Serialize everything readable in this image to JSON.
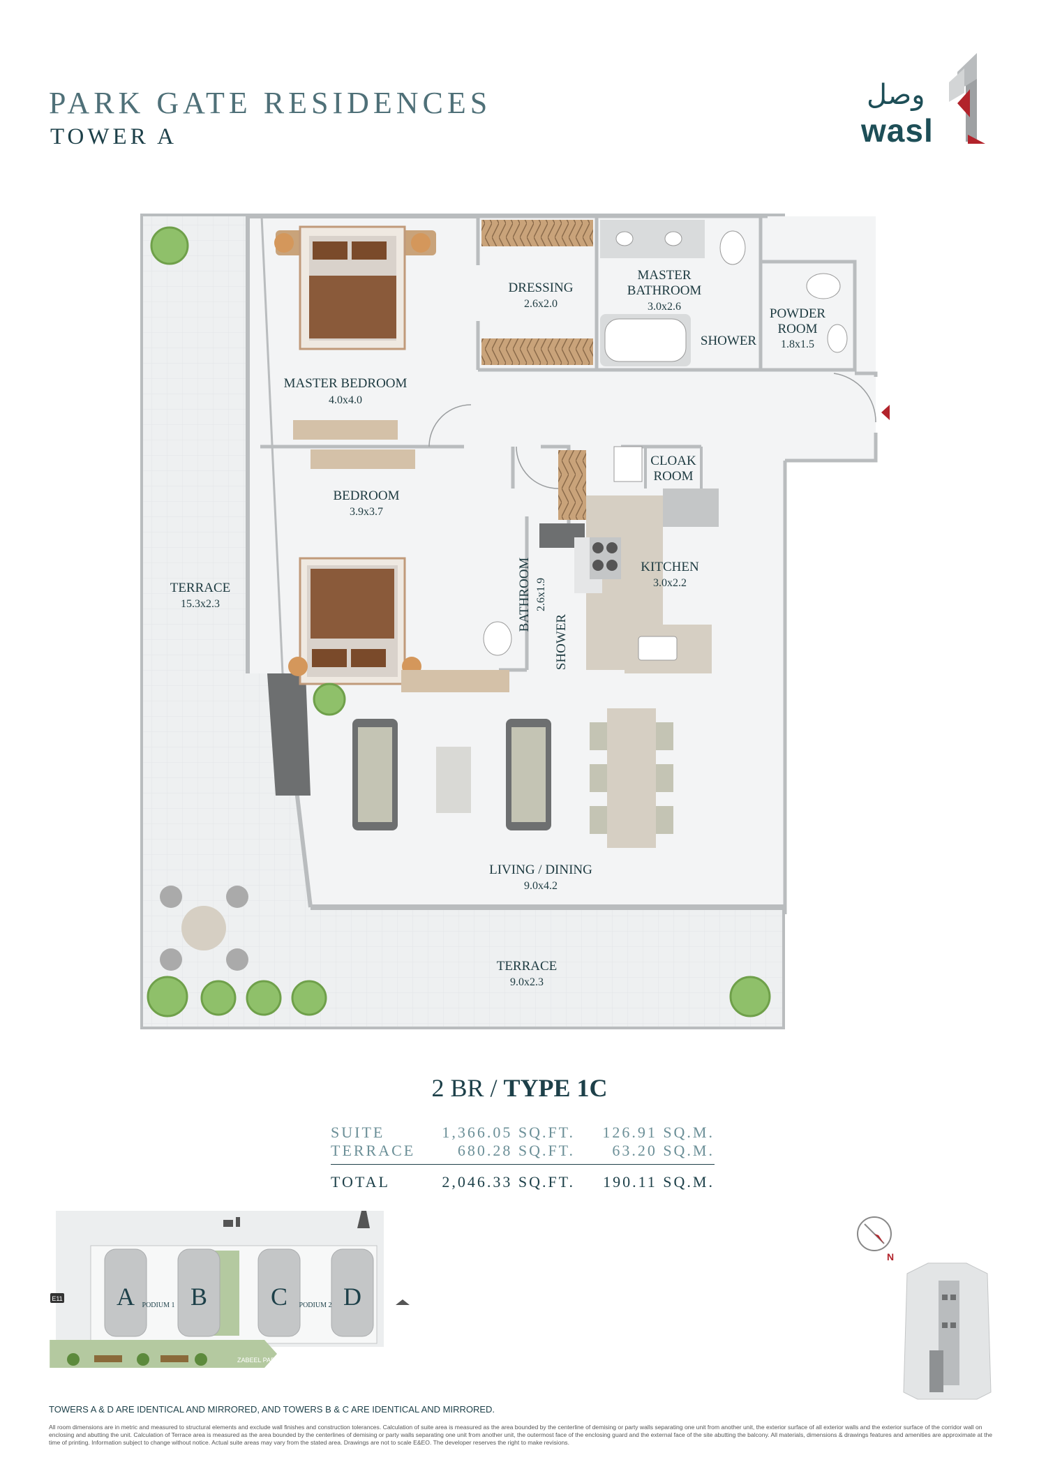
{
  "header": {
    "title": "PARK GATE RESIDENCES",
    "subtitle": "TOWER A"
  },
  "logo": {
    "arabic": "وصل",
    "latin": "wasl"
  },
  "rooms": {
    "master_bedroom": {
      "name": "MASTER BEDROOM",
      "dim": "4.0x4.0"
    },
    "dressing": {
      "name": "DRESSING",
      "dim": "2.6x2.0"
    },
    "master_bathroom": {
      "name1": "MASTER",
      "name2": "BATHROOM",
      "dim": "3.0x2.6"
    },
    "shower": "SHOWER",
    "powder_room": {
      "name1": "POWDER",
      "name2": "ROOM",
      "dim": "1.8x1.5"
    },
    "cloak_room": {
      "name1": "CLOAK",
      "name2": "ROOM"
    },
    "bedroom": {
      "name": "BEDROOM",
      "dim": "3.9x3.7"
    },
    "bathroom": {
      "name": "BATHROOM",
      "dim": "2.6x1.9"
    },
    "shower2": "SHOWER",
    "kitchen": {
      "name": "KITCHEN",
      "dim": "3.0x2.2"
    },
    "terrace_left": {
      "name": "TERRACE",
      "dim": "15.3x2.3"
    },
    "living": {
      "name": "LIVING / DINING",
      "dim": "9.0x4.2"
    },
    "terrace_bottom": {
      "name": "TERRACE",
      "dim": "9.0x2.3"
    }
  },
  "unit": {
    "type_prefix": "2 BR / ",
    "type_bold": "TYPE 1C"
  },
  "areas": [
    {
      "label": "SUITE",
      "sqft": "1,366.05 SQ.FT.",
      "sqm": "126.91 SQ.M."
    },
    {
      "label": "TERRACE",
      "sqft": "680.28 SQ.FT.",
      "sqm": "63.20 SQ.M."
    }
  ],
  "total": {
    "label": "TOTAL",
    "sqft": "2,046.33 SQ.FT.",
    "sqm": "190.11 SQ.M."
  },
  "siteplan": {
    "towers": [
      "A",
      "B",
      "C",
      "D"
    ],
    "podium1": "PODIUM 1",
    "podium2": "PODIUM 2",
    "road": "E11",
    "park": "ZABEEL PARK"
  },
  "compass": {
    "north": "N"
  },
  "note": "TOWERS A & D ARE IDENTICAL AND MIRRORED, AND TOWERS B & C ARE IDENTICAL AND MIRRORED.",
  "disclaimer": "All room dimensions are in metric and measured to structural elements and exclude wall finishes and construction tolerances. Calculation of suite area is measured as the area bounded by the centerline of demising or party walls separating one unit from another unit, the exterior surface of all exterior walls and the exterior surface of the corridor wall on enclosing and abutting the unit. Calculation of Terrace area is measured as the area bounded by the centerlines of demising or party walls separating one unit from another unit, the outermost face of the enclosing guard and the external face of the site abutting the balcony. All materials, dimensions & drawings features and amenities are approximate at the time of printing. Information subject to change without notice. Actual suite areas may vary from the stated area. Drawings are not to scale E&EO. The developer reserves the right to make revisions.",
  "colors": {
    "accent": "#1d4049",
    "wood": "#8a5a3a",
    "floor": "#eef0f1",
    "wall": "#b9bcbe",
    "brand_red": "#b2232b"
  }
}
